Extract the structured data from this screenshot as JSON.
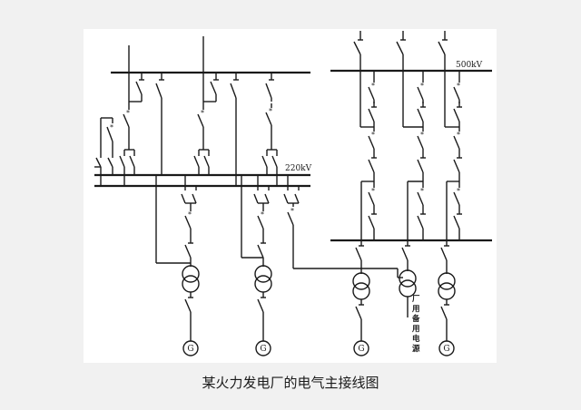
{
  "caption": "某火力发电厂的电气主接线图",
  "labels": {
    "bus_220kv": "220kV",
    "bus_500kv": "500kV",
    "generator_symbol": "G",
    "standby_source": [
      "厂",
      "用",
      "备",
      "用",
      "电",
      "源"
    ]
  },
  "sections": [
    {
      "name": "220kV double-bus switchyard",
      "voltage": "220kV"
    },
    {
      "name": "500kV one-and-a-half breaker switchyard",
      "voltage": "500kV"
    }
  ],
  "generator_units": [
    {
      "id": "G1",
      "bus": "220kV"
    },
    {
      "id": "G2",
      "bus": "220kV"
    },
    {
      "id": "G3",
      "bus": "500kV"
    },
    {
      "id": "G4",
      "bus": "500kV"
    }
  ],
  "standby_transformer": {
    "label": "厂用备用电源",
    "fed_from": "220kV"
  }
}
